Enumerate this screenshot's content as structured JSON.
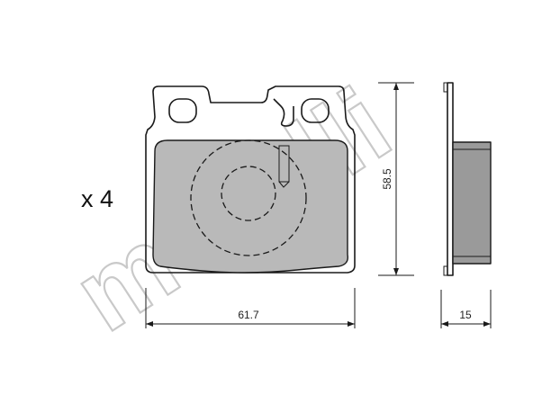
{
  "quantity_label": "x 4",
  "watermark": "metelli",
  "dimensions": {
    "width": "61.7",
    "height": "58.5",
    "thickness": "15"
  },
  "colors": {
    "friction_fill": "#b9b9b9",
    "side_fill": "#9a9a9a",
    "line": "#1a1a1a",
    "watermark": "#c9c9c9"
  }
}
